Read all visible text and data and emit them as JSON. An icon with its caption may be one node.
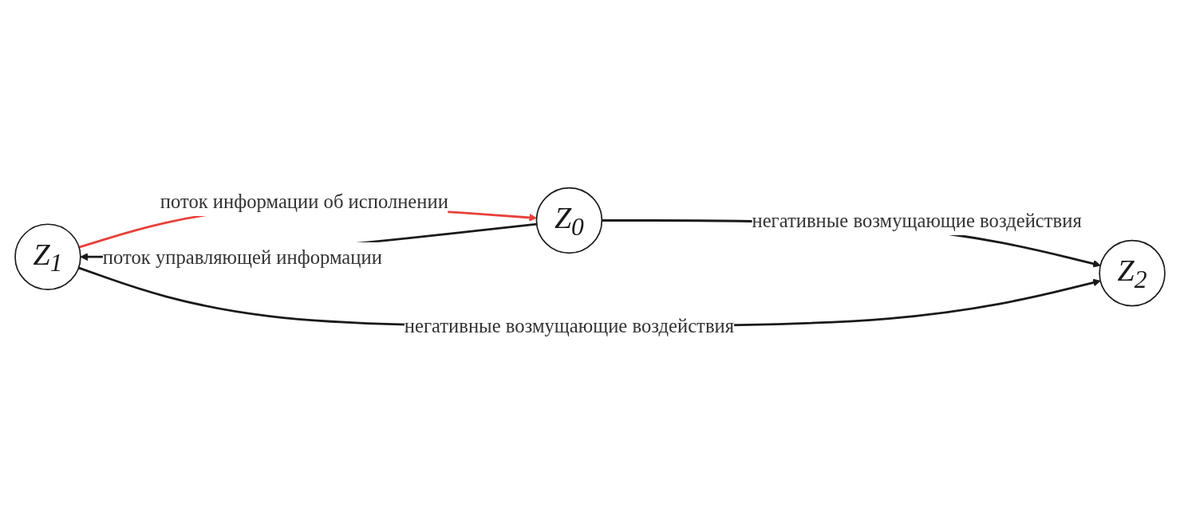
{
  "diagram": {
    "nodes": [
      {
        "text": [
          "Z$_{0}$"
        ]
      },
      {
        "text": [
          "Z$_{1}$"
        ]
      },
      {
        "text": [
          "Z$_{2}$"
        ]
      }
    ],
    "edges": [
      {
        "from": 1,
        "to": 0,
        "arrow": "to",
        "label": "поток информации об исполнении",
        "color": "#e8403a"
      },
      {
        "from": 0,
        "to": 1,
        "arrow": "to",
        "label": "поток управляющей информации"
      },
      {
        "from": 0,
        "to": 2,
        "arrow": "to",
        "label": "негативные возмущающие воздействия"
      },
      {
        "from": 1,
        "to": 2,
        "arrow": "to",
        "label": "негативные возмущающие воздействия"
      }
    ]
  }
}
